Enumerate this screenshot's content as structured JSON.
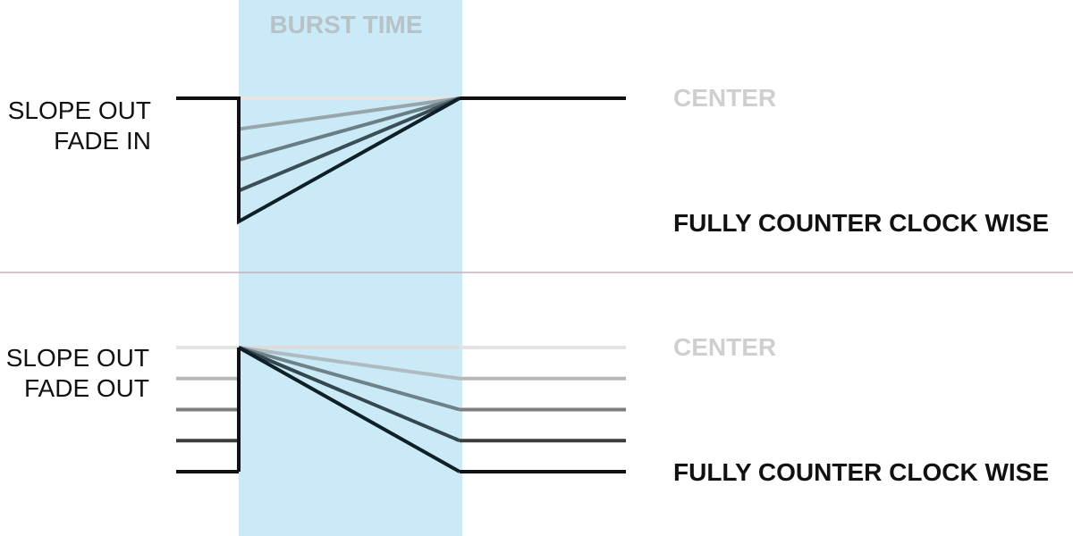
{
  "burst_label": "BURST TIME",
  "colors": {
    "burst_fill": "#c9eaf6",
    "burst_label": "#b8c2c6",
    "divider": "#c8b0b8",
    "center_label": "#cfcfcf",
    "ccw_label": "#111111",
    "side_label": "#111111",
    "strong_line": "#111111"
  },
  "panels": [
    {
      "id": "fade-in",
      "labels": [
        "SLOPE OUT",
        "FADE IN"
      ],
      "center_label": "CENTER",
      "ccw_label": "FULLY COUNTER CLOCK WISE",
      "curves": [
        {
          "level": 0.0,
          "color": "#e6e6e6"
        },
        {
          "level": 0.25,
          "color": "#98a6ac"
        },
        {
          "level": 0.5,
          "color": "#6a7c84"
        },
        {
          "level": 0.75,
          "color": "#3b4d57"
        },
        {
          "level": 1.0,
          "color": "#0f1f28"
        }
      ]
    },
    {
      "id": "fade-out",
      "labels": [
        "SLOPE OUT",
        "FADE OUT"
      ],
      "center_label": "CENTER",
      "ccw_label": "FULLY COUNTER CLOCK WISE",
      "curves": [
        {
          "level": 0.0,
          "color": "#e4e4e4"
        },
        {
          "level": 0.25,
          "color": "#b8b8b8"
        },
        {
          "level": 0.5,
          "color": "#7d7d7d"
        },
        {
          "level": 0.75,
          "color": "#3c3c3c"
        },
        {
          "level": 1.0,
          "color": "#111111"
        }
      ],
      "ramp_colors": [
        "#dcdcdc",
        "#aebcc2",
        "#6e8088",
        "#344650",
        "#0f1f28"
      ]
    }
  ]
}
